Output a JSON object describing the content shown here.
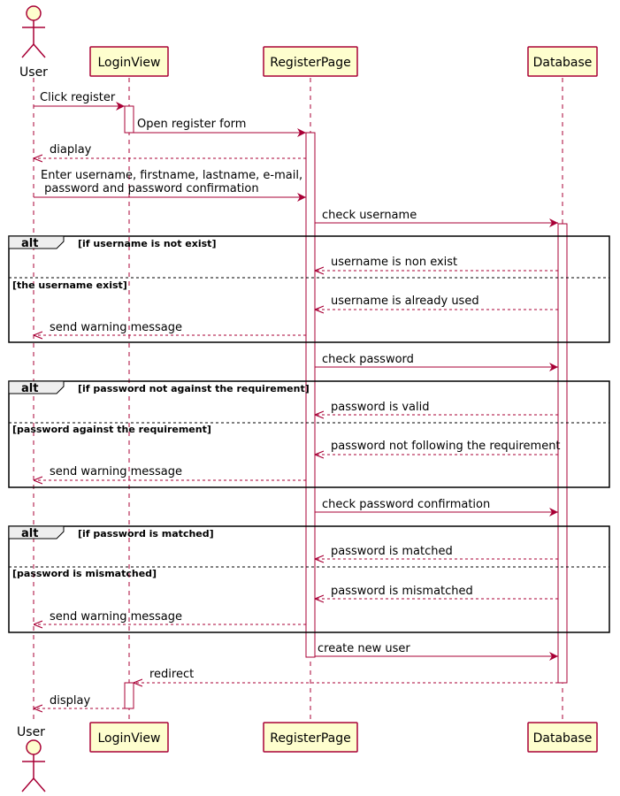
{
  "colors": {
    "line": "#A80036",
    "participant_fill": "#FEFECE",
    "frame": "#000000"
  },
  "participants": {
    "user": "User",
    "loginview": "LoginView",
    "registerpage": "RegisterPage",
    "database": "Database"
  },
  "messages": {
    "m1": "Click register",
    "m2": "Open register form",
    "m3": "diaplay",
    "m4a": "Enter username, firstname, lastname, e-mail,",
    "m4b": " password and password confirmation",
    "m5": "check username",
    "m6": "username is non exist",
    "m7": "username is already used",
    "m8": "send warning message",
    "m9": "check password",
    "m10": "password is valid",
    "m11": "password not following the requirement",
    "m12": "send warning message",
    "m13": "check password confirmation",
    "m14": "password is matched",
    "m15": "password is mismatched",
    "m16": "send warning message",
    "m17": "create new user",
    "m18": "redirect",
    "m19": "display"
  },
  "frames": {
    "f1": {
      "kind": "alt",
      "guard1": "[if username is not exist]",
      "guard2": "[the username exist]"
    },
    "f2": {
      "kind": "alt",
      "guard1": "[if password not against the requirement]",
      "guard2": "[password against the requirement]"
    },
    "f3": {
      "kind": "alt",
      "guard1": "[if password is matched]",
      "guard2": "[password is mismatched]"
    }
  }
}
